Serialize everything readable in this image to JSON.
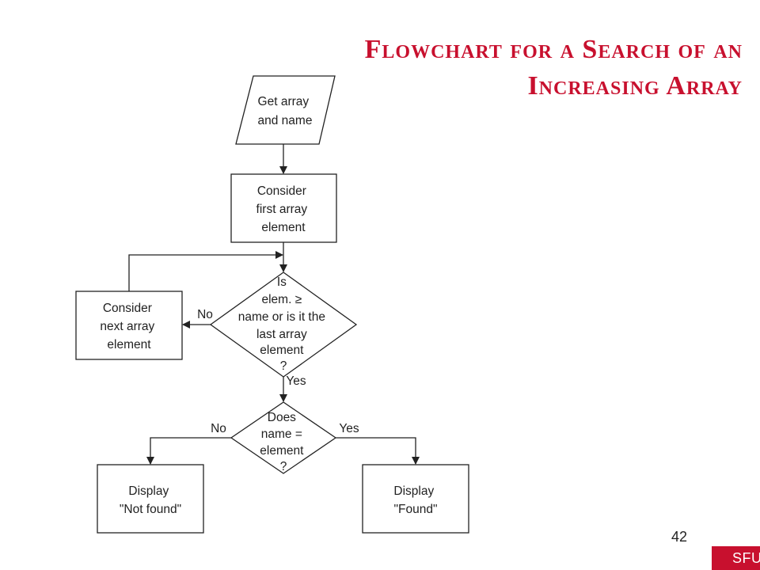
{
  "title": {
    "line1": "Flowchart for a Search of an",
    "line2": "Increasing Array"
  },
  "nodes": {
    "input": [
      "Get array",
      "and name"
    ],
    "first": [
      "Consider",
      "first array",
      "element"
    ],
    "next": [
      "Consider",
      "next array",
      "element"
    ],
    "decision1": [
      "Is",
      "elem. ≥",
      "name or is it the",
      "last array",
      "element",
      "?"
    ],
    "decision2": [
      "Does",
      "name =",
      "element",
      "?"
    ],
    "not_found": [
      "Display",
      "\"Not found\""
    ],
    "found": [
      "Display",
      "\"Found\""
    ]
  },
  "edge_labels": {
    "d1_no": "No",
    "d1_yes": "Yes",
    "d2_no": "No",
    "d2_yes": "Yes"
  },
  "page_number": "42",
  "logo_text": "SFU",
  "colors": {
    "accent": "#c8102e",
    "line": "#222222"
  }
}
